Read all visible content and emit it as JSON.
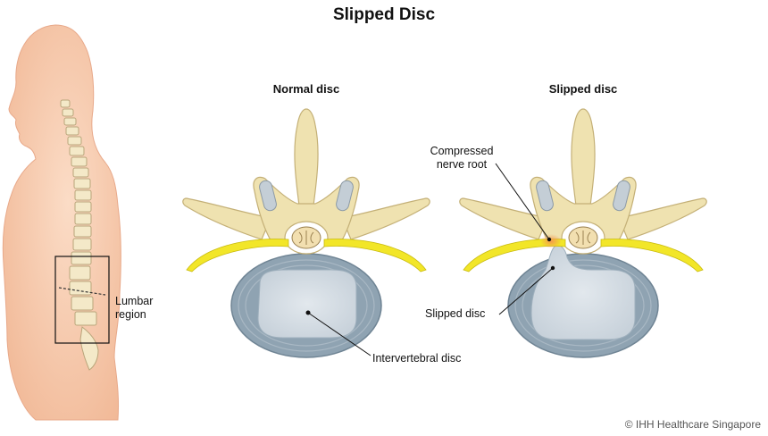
{
  "title": "Slipped Disc",
  "panels": {
    "normal": {
      "heading": "Normal disc",
      "disc_label": "Intervertebral disc"
    },
    "slipped": {
      "heading": "Slipped disc",
      "nerve_label_1": "Compressed",
      "nerve_label_2": "nerve root",
      "disc_label": "Slipped disc"
    }
  },
  "body_figure": {
    "region_label_1": "Lumbar",
    "region_label_2": "region"
  },
  "credit": "© IHH Healthcare Singapore",
  "colors": {
    "skin": "#f6c8ab",
    "bone": "#efe2b0",
    "bone_outline": "#c9b87c",
    "cartilage": "#c4ced6",
    "nerve": "#f2e628",
    "disc_outer": "#8fa3b2",
    "disc_inner": "#d5dde4",
    "inflamed": "#f4a05a"
  }
}
